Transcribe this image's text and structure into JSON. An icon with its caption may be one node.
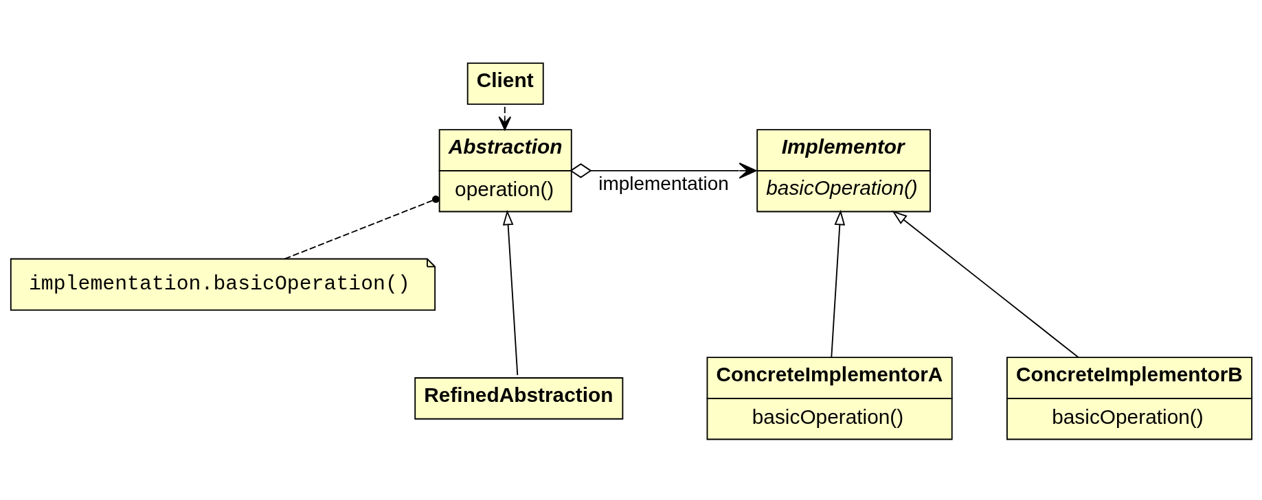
{
  "diagram": {
    "nodes": [
      {
        "text": [
          "Client"
        ]
      },
      {
        "text": [
          "Abstraction",
          "operation()"
        ]
      },
      {
        "text": [
          "Implementor",
          "basicOperation()"
        ]
      },
      {
        "text": [
          "implementation.basicOperation()"
        ]
      },
      {
        "text": [
          "RefinedAbstraction"
        ]
      },
      {
        "text": [
          "ConcreteImplementorA",
          "basicOperation()"
        ]
      },
      {
        "text": [
          "ConcreteImplementorB",
          "basicOperation()"
        ]
      }
    ],
    "edges": [
      {
        "from": 0,
        "to": 1,
        "arrow": "to",
        "style": "dashed"
      },
      {
        "from": 1,
        "to": 2,
        "arrow": "to",
        "label": "implementation"
      },
      {
        "from": 3,
        "to": 1,
        "arrow": "other",
        "style": "dashed"
      },
      {
        "from": 4,
        "to": 1,
        "arrow": "to"
      },
      {
        "from": 5,
        "to": 2,
        "arrow": "to"
      },
      {
        "from": 6,
        "to": 2,
        "arrow": "to"
      }
    ]
  }
}
